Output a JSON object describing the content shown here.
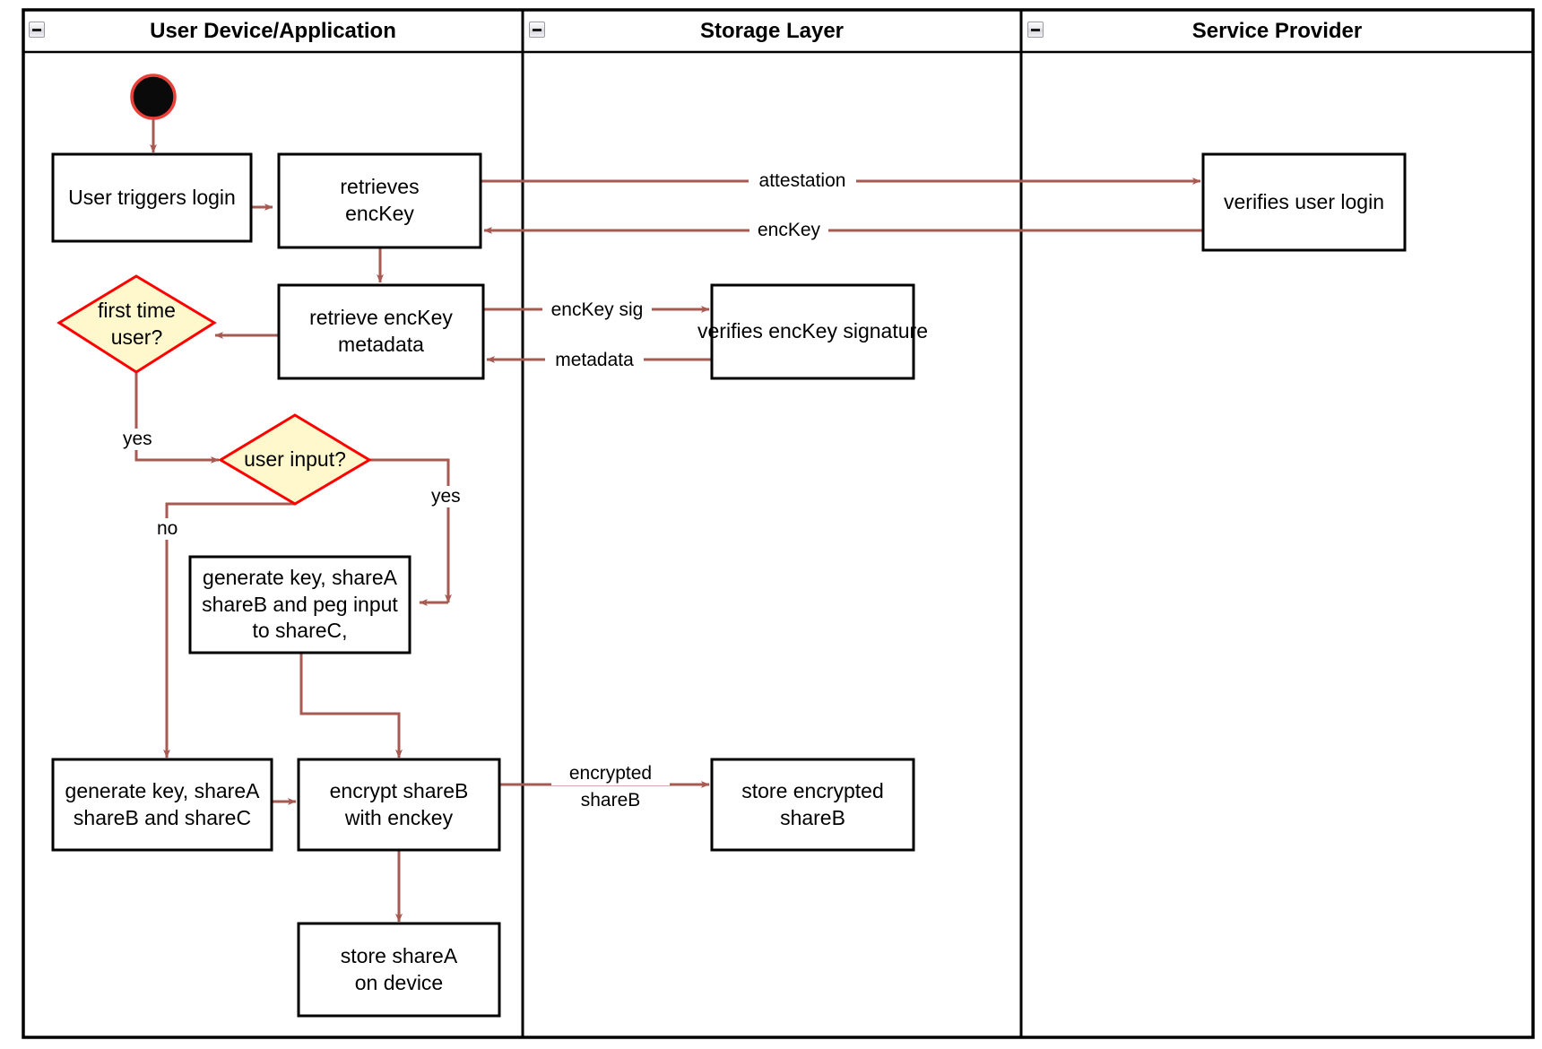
{
  "diagram": {
    "type": "uml-activity-swimlane",
    "title": "Login / key-share provisioning activity diagram",
    "colors": {
      "lane_border": "#000000",
      "node_border": "#000000",
      "node_fill": "#ffffff",
      "decision_border": "#ff0000",
      "decision_fill": "#fff8cc",
      "start_fill": "#000000",
      "start_border": "#e8413a",
      "edge": "#a65a52",
      "text": "#000000",
      "background": "#ffffff"
    }
  },
  "lanes": [
    {
      "id": "lane-user-device",
      "label": "User Device/Application",
      "collapse_icon": "collapse-minus-icon"
    },
    {
      "id": "lane-storage",
      "label": "Storage Layer",
      "collapse_icon": "collapse-minus-icon"
    },
    {
      "id": "lane-service",
      "label": "Service Provider",
      "collapse_icon": "collapse-minus-icon"
    }
  ],
  "nodes": [
    {
      "id": "start",
      "kind": "initial-node",
      "label": "",
      "lane": "lane-user-device"
    },
    {
      "id": "user-triggers-login",
      "kind": "action",
      "label": "User triggers login",
      "lines": [
        "User triggers login"
      ],
      "lane": "lane-user-device"
    },
    {
      "id": "retrieves-enckey",
      "kind": "action",
      "label": "retrieves encKey",
      "lines": [
        "retrieves",
        "encKey"
      ],
      "lane": "lane-user-device"
    },
    {
      "id": "retrieve-enckey-metadata",
      "kind": "action",
      "label": "retrieve encKey metadata",
      "lines": [
        "retrieve encKey",
        "metadata"
      ],
      "lane": "lane-user-device"
    },
    {
      "id": "first-time-user",
      "kind": "decision",
      "label": "first time user?",
      "lines": [
        "first time",
        "user?"
      ],
      "lane": "lane-user-device"
    },
    {
      "id": "user-input",
      "kind": "decision",
      "label": "user input?",
      "lines": [
        "user input?"
      ],
      "lane": "lane-user-device"
    },
    {
      "id": "generate-peg",
      "kind": "action",
      "label": "generate key, shareA shareB and peg input to shareC,",
      "lines": [
        "generate key, shareA",
        "shareB and peg input",
        "to shareC,"
      ],
      "lane": "lane-user-device"
    },
    {
      "id": "generate-shares",
      "kind": "action",
      "label": "generate key, shareA shareB and shareC",
      "lines": [
        "generate key, shareA",
        "shareB and shareC"
      ],
      "lane": "lane-user-device"
    },
    {
      "id": "encrypt-shareb",
      "kind": "action",
      "label": "encrypt shareB with enckey",
      "lines": [
        "encrypt shareB",
        "with enckey"
      ],
      "lane": "lane-user-device"
    },
    {
      "id": "store-sharea",
      "kind": "action",
      "label": "store shareA on device",
      "lines": [
        "store shareA",
        "on device"
      ],
      "lane": "lane-user-device"
    },
    {
      "id": "verifies-enckey-signature",
      "kind": "action",
      "label": "verifies encKey signature",
      "lines": [
        "verifies encKey signature"
      ],
      "lane": "lane-storage"
    },
    {
      "id": "store-encrypted-shareb",
      "kind": "action",
      "label": "store encrypted shareB",
      "lines": [
        "store encrypted",
        "shareB"
      ],
      "lane": "lane-storage"
    },
    {
      "id": "verifies-user-login",
      "kind": "action",
      "label": "verifies user login",
      "lines": [
        "verifies user login"
      ],
      "lane": "lane-service"
    }
  ],
  "edges": [
    {
      "id": "e-start-login",
      "from": "start",
      "to": "user-triggers-login",
      "label": ""
    },
    {
      "id": "e-login-retrieves",
      "from": "user-triggers-login",
      "to": "retrieves-enckey",
      "label": ""
    },
    {
      "id": "e-attestation",
      "from": "retrieves-enckey",
      "to": "verifies-user-login",
      "label": "attestation"
    },
    {
      "id": "e-enckey-back",
      "from": "verifies-user-login",
      "to": "retrieves-enckey",
      "label": "encKey"
    },
    {
      "id": "e-retrieves-metadata",
      "from": "retrieves-enckey",
      "to": "retrieve-enckey-metadata",
      "label": ""
    },
    {
      "id": "e-enckey-sig",
      "from": "retrieve-enckey-metadata",
      "to": "verifies-enckey-signature",
      "label": "encKey sig"
    },
    {
      "id": "e-metadata-back",
      "from": "verifies-enckey-signature",
      "to": "retrieve-enckey-metadata",
      "label": "metadata"
    },
    {
      "id": "e-metadata-firsttime",
      "from": "retrieve-enckey-metadata",
      "to": "first-time-user",
      "label": ""
    },
    {
      "id": "e-firsttime-yes",
      "from": "first-time-user",
      "to": "user-input",
      "label": "yes"
    },
    {
      "id": "e-userinput-yes",
      "from": "user-input",
      "to": "generate-peg",
      "label": "yes"
    },
    {
      "id": "e-userinput-no",
      "from": "user-input",
      "to": "generate-shares",
      "label": "no"
    },
    {
      "id": "e-peg-encrypt",
      "from": "generate-peg",
      "to": "encrypt-shareb",
      "label": ""
    },
    {
      "id": "e-shares-encrypt",
      "from": "generate-shares",
      "to": "encrypt-shareb",
      "label": ""
    },
    {
      "id": "e-encrypted-shareb",
      "from": "encrypt-shareb",
      "to": "store-encrypted-shareb",
      "label": "encrypted shareB",
      "lines": [
        "encrypted",
        "shareB"
      ]
    },
    {
      "id": "e-encrypt-store",
      "from": "encrypt-shareb",
      "to": "store-sharea",
      "label": ""
    }
  ],
  "edge_labels": {
    "attestation": "attestation",
    "enckey": "encKey",
    "enckey_sig": "encKey sig",
    "metadata": "metadata",
    "yes_first": "yes",
    "yes_input": "yes",
    "no_input": "no",
    "encrypted_l1": "encrypted",
    "encrypted_l2": "shareB"
  },
  "node_text": {
    "user_triggers_login": "User triggers login",
    "retrieves_l1": "retrieves",
    "retrieves_l2": "encKey",
    "retrieve_meta_l1": "retrieve encKey",
    "retrieve_meta_l2": "metadata",
    "first_time_l1": "first time",
    "first_time_l2": "user?",
    "user_input": "user input?",
    "gen_peg_l1": "generate key, shareA",
    "gen_peg_l2": "shareB and peg input",
    "gen_peg_l3": "to shareC,",
    "gen_shares_l1": "generate key, shareA",
    "gen_shares_l2": "shareB and shareC",
    "encrypt_l1": "encrypt shareB",
    "encrypt_l2": "with enckey",
    "store_sharea_l1": "store shareA",
    "store_sharea_l2": "on device",
    "verifies_sig": "verifies encKey signature",
    "store_enc_l1": "store encrypted",
    "store_enc_l2": "shareB",
    "verifies_login": "verifies user login"
  }
}
